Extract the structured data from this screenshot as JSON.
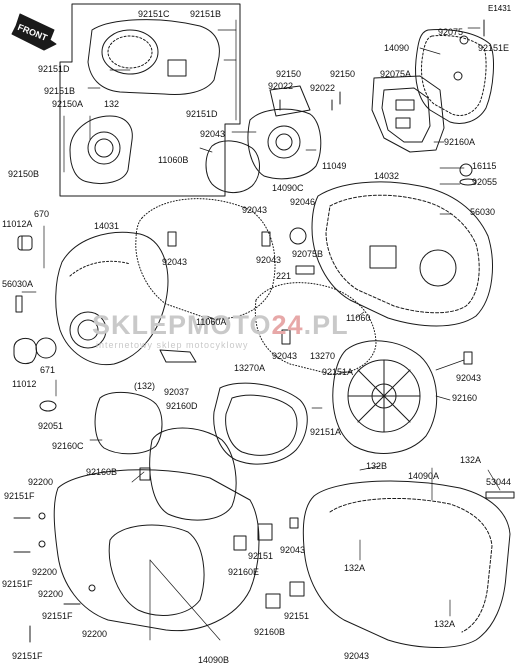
{
  "diagram": {
    "ref_code": "E1431",
    "front_tag": "FRONT",
    "watermark": {
      "part1": "SKLEP",
      "part2": "MOTO",
      "part3": "24",
      "part4": ".PL",
      "subtitle": "internetowy sklep motocyklowy"
    },
    "colors": {
      "line": "#1a1a1a",
      "watermark": "#c9c9c9",
      "watermark_accent": "#e7a8a8"
    },
    "part_labels": [
      "92151C",
      "92151B",
      "92151D",
      "92151B",
      "92151D",
      "92150A",
      "132",
      "92150B",
      "92150",
      "92022",
      "92150",
      "92022",
      "92043",
      "11060B",
      "11049",
      "14090C",
      "92043",
      "92046",
      "92075",
      "92151E",
      "14090",
      "92075A",
      "92160A",
      "16115",
      "92055",
      "14032",
      "56030",
      "11012A",
      "670",
      "14031",
      "56030A",
      "92043",
      "92043",
      "92075B",
      "221",
      "11060A",
      "11060",
      "92043",
      "13270",
      "92151A",
      "92151A",
      "92043",
      "92160",
      "671",
      "11012",
      "(132)",
      "92037",
      "92051",
      "13270A",
      "92160D",
      "92160C",
      "92160B",
      "92200",
      "92151F",
      "92200",
      "92151F",
      "92200",
      "92151F",
      "92200",
      "92151F",
      "132B",
      "14090A",
      "132A",
      "53044",
      "92151",
      "92043",
      "92160E",
      "92151",
      "132A",
      "92160B",
      "132A",
      "92043",
      "14090B"
    ]
  }
}
